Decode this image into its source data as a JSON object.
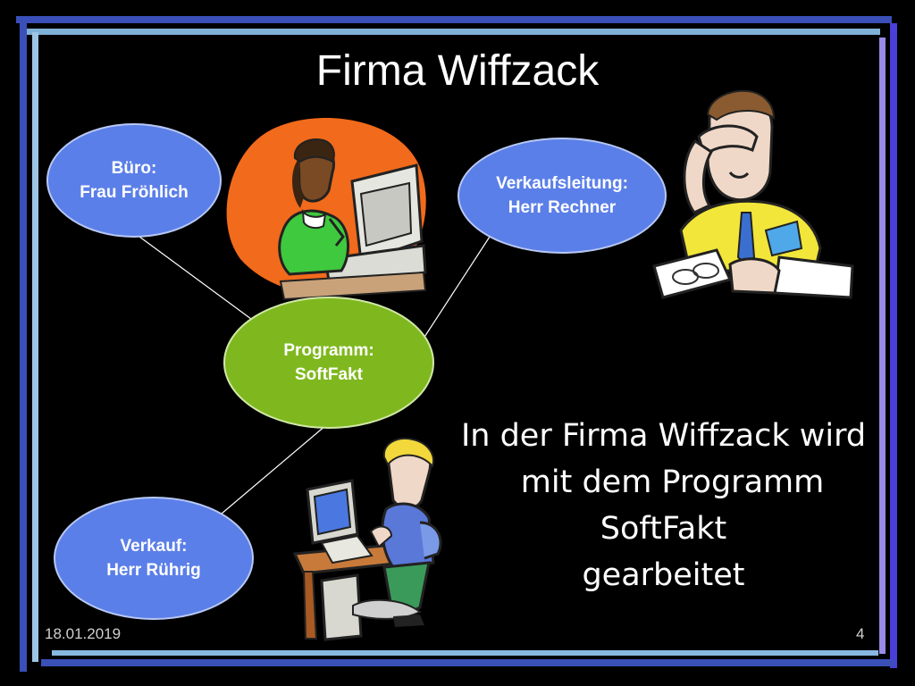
{
  "slide": {
    "title": "Firma Wiffzack",
    "background_color": "#000000"
  },
  "diagram": {
    "nodes": [
      {
        "id": "buero",
        "line1": "Büro:",
        "line2": "Frau Fröhlich",
        "color": "#5b7fe8"
      },
      {
        "id": "verkaufsleitung",
        "line1": "Verkaufsleitung:",
        "line2": "Herr Rechner",
        "color": "#5b7fe8"
      },
      {
        "id": "programm",
        "line1": "Programm:",
        "line2": "SoftFakt",
        "color": "#7fb81e"
      },
      {
        "id": "verkauf",
        "line1": "Verkauf:",
        "line2": "Herr Rührig",
        "color": "#5b7fe8"
      }
    ],
    "edges": [
      {
        "from": "buero",
        "to": "programm"
      },
      {
        "from": "verkaufsleitung",
        "to": "programm"
      },
      {
        "from": "verkauf",
        "to": "programm"
      }
    ]
  },
  "body": {
    "line1": "In der Firma Wiffzack wird",
    "line2": "mit dem Programm",
    "line3": "SoftFakt",
    "line4": "gearbeitet"
  },
  "footer": {
    "date": "18.01.2019",
    "page_number": "4"
  },
  "illustrations": [
    "woman-at-computer-clipart",
    "stressed-man-clipart",
    "man-at-computer-clipart"
  ]
}
